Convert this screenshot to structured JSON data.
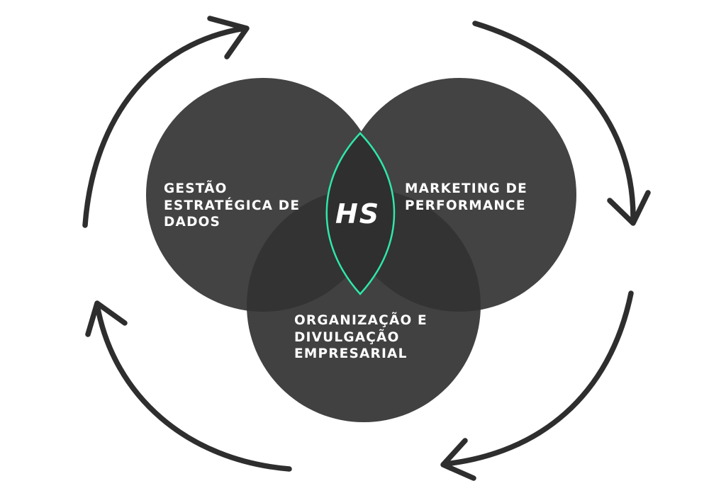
{
  "diagram": {
    "center_label": "HS",
    "circles": [
      {
        "id": "left",
        "lines": [
          "Gestão",
          "Estratégica de",
          "Dados"
        ]
      },
      {
        "id": "right",
        "lines": [
          "Marketing de",
          "Performance"
        ]
      },
      {
        "id": "bottom",
        "lines": [
          "Organização e",
          "Divulgação",
          "Empresarial"
        ]
      }
    ],
    "colors": {
      "circle_left": "#434343",
      "circle_right": "#434343",
      "circle_bottom": "#333333",
      "center_outline": "#2ee8a8",
      "arrows": "#2e2e2e",
      "text": "#ffffff",
      "background": "#ffffff"
    },
    "arrows": [
      {
        "position": "top-left",
        "direction": "clockwise"
      },
      {
        "position": "right",
        "direction": "clockwise"
      },
      {
        "position": "bottom",
        "direction": "clockwise"
      },
      {
        "position": "bottom-left",
        "direction": "clockwise"
      }
    ]
  }
}
